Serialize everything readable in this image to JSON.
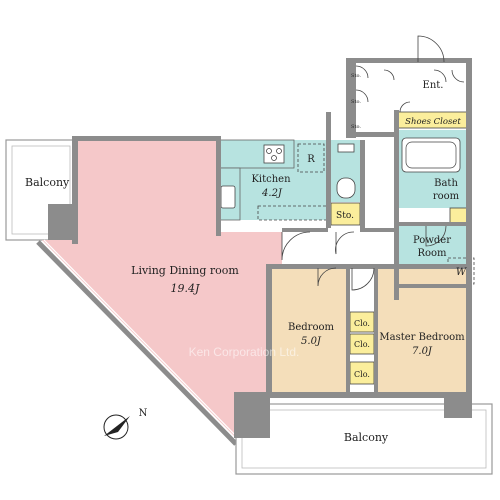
{
  "colors": {
    "living": "#f5c8c9",
    "bedroom": "#f4deba",
    "wet": "#b7e3e0",
    "storage": "#fbee9c",
    "wall": "#8c8c8c",
    "balcony": "#ffffff"
  },
  "rooms": {
    "balcony_left": "Balcony",
    "living_name": "Living Dining room",
    "living_size": "19.4J",
    "kitchen_name": "Kitchen",
    "kitchen_size": "4.2J",
    "fridge": "R",
    "storage": "Sto.",
    "entrance": "Ent.",
    "shoes_closet": "Shoes Closet",
    "bath_line1": "Bath",
    "bath_line2": "room",
    "powder_line1": "Powder",
    "powder_line2": "Room",
    "washer": "W",
    "bedroom_name": "Bedroom",
    "bedroom_size": "5.0J",
    "master_name": "Master Bedroom",
    "master_size": "7.0J",
    "closet1": "Clo.",
    "closet2": "Clo.",
    "closet3": "Clo.",
    "shelf1": "Sto.",
    "shelf2": "Sto.",
    "shelf3": "Sto.",
    "balcony_bottom": "Balcony"
  },
  "compass_letter": "N",
  "watermark": "Ken Corporation Ltd."
}
